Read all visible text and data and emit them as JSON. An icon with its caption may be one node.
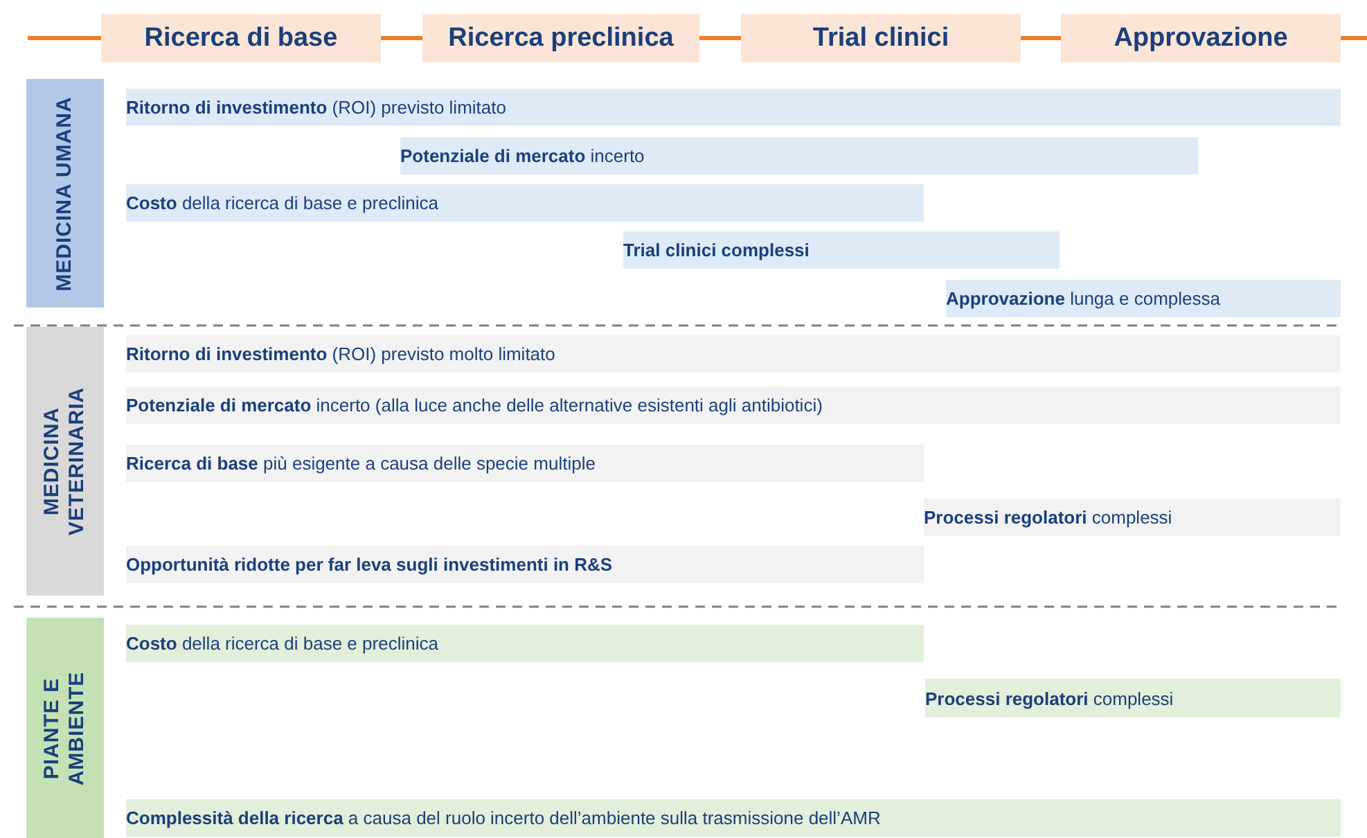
{
  "diagram": {
    "nodes": [
      {
        "text": [
          "Ricerca di base"
        ]
      },
      {
        "text": [
          "Ricerca preclinica"
        ]
      },
      {
        "text": [
          "Trial clinici"
        ]
      },
      {
        "text": [
          "Approvazione"
        ]
      },
      {
        "text": [
          "MEDICINA UMANA"
        ]
      },
      {
        "text": [
          "**Ritorno di investimento** (ROI) previsto limitato"
        ]
      },
      {
        "text": [
          "**Potenziale di mercato** incerto"
        ]
      },
      {
        "text": [
          "**Costo** della ricerca di base e preclinica"
        ]
      },
      {
        "text": [
          "Trial clinici complessi"
        ]
      },
      {
        "text": [
          "**Approvazione** lunga e complessa"
        ]
      },
      {
        "text": [
          "MEDICINA VETERINARIA"
        ]
      },
      {
        "text": [
          "**Ritorno di investimento** (ROI) previsto molto limitato"
        ]
      },
      {
        "text": [
          "**Potenziale di mercato** incerto (alla luce anche delle alternative esistenti agli antibiotici)"
        ]
      },
      {
        "text": [
          "**Ricerca di base** più esigente a causa delle specie multiple"
        ]
      },
      {
        "text": [
          "**Processi regolatori** complessi"
        ]
      },
      {
        "text": [
          "Opportunità ridotte per far leva sugli investimenti in R&S"
        ]
      },
      {
        "text": [
          "PIANTE E AMBIENTE"
        ]
      },
      {
        "text": [
          "**Costo** della ricerca di base e preclinica"
        ]
      },
      {
        "text": [
          "**Processi regolatori** complessi"
        ]
      },
      {
        "text": [
          "**Complessità della ricerca** a causa del ruolo incerto dell’ambiente sulla trasmissione dell’AMR"
        ]
      }
    ],
    "edges": [
      {
        "from": null,
        "to": 0,
        "arrow": "none"
      },
      {
        "from": 0,
        "to": 1,
        "arrow": "none"
      },
      {
        "from": 1,
        "to": 2,
        "arrow": "none"
      },
      {
        "from": 2,
        "to": 3,
        "arrow": "none"
      },
      {
        "from": 3,
        "to": null,
        "arrow": "none"
      }
    ]
  }
}
